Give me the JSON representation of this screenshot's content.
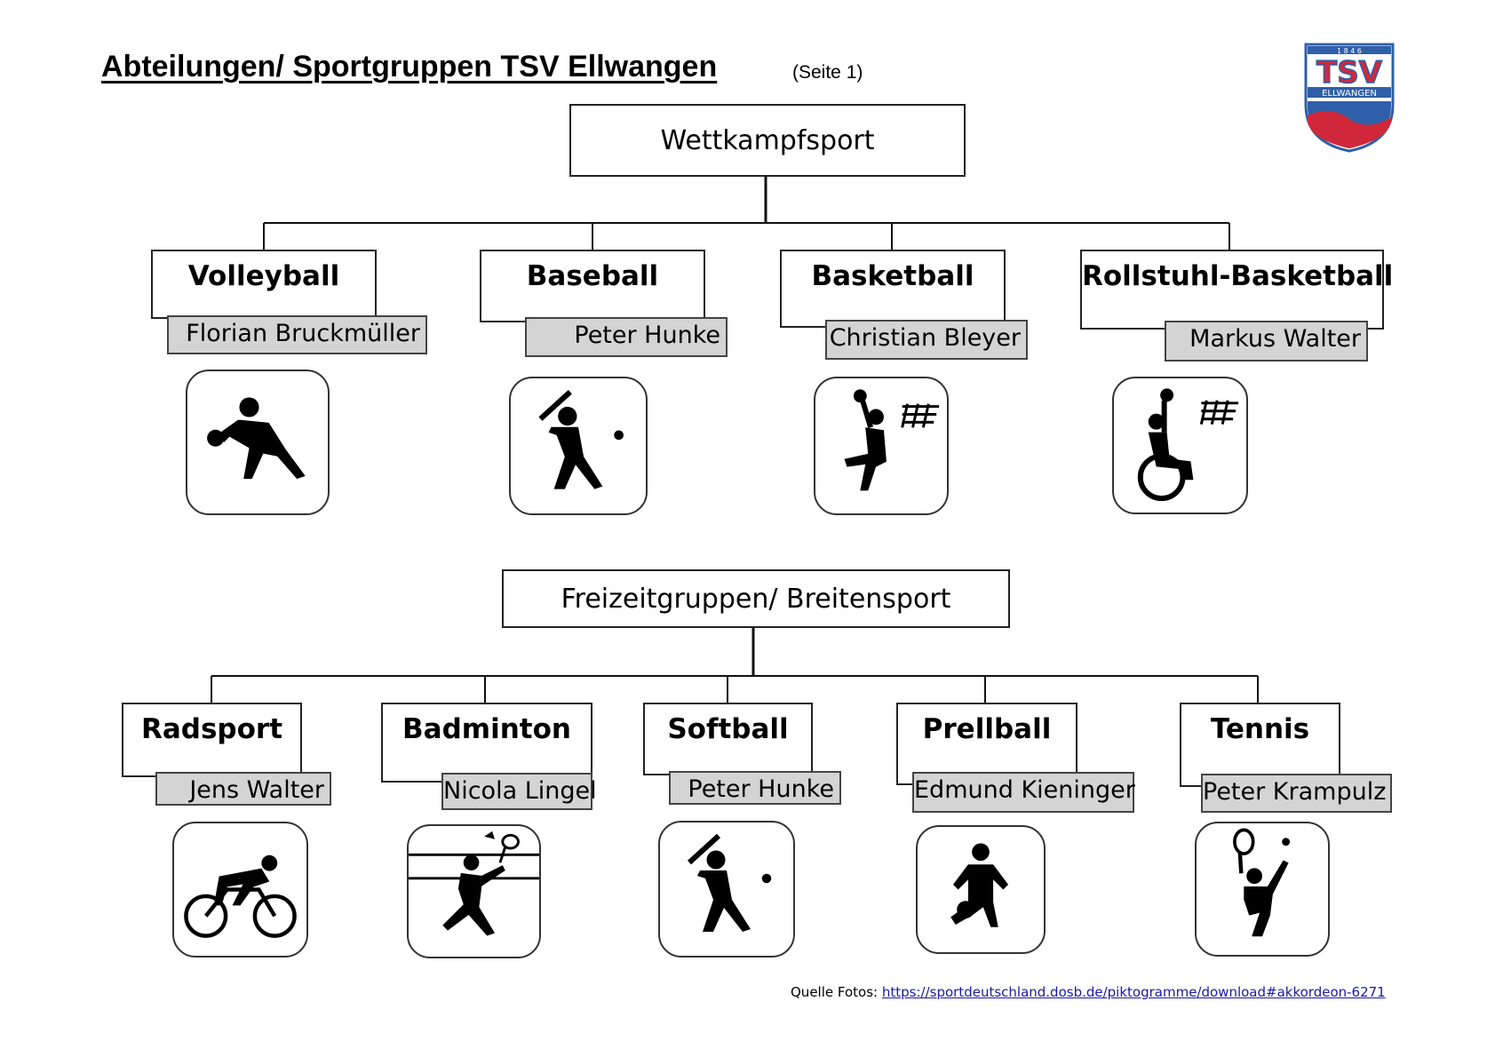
{
  "header": {
    "title": "Abteilungen/ Sportgruppen TSV Ellwangen",
    "page_label": "(Seite 1)"
  },
  "logo": {
    "year": "1 8 4 6",
    "club": "TSV",
    "city": "ELLWANGEN",
    "colors": {
      "blue": "#2f5fa8",
      "red": "#d0283a"
    }
  },
  "wettkampf": {
    "title": "Wettkampfsport",
    "groups": [
      {
        "sport": "Volleyball",
        "contact": "Florian Bruckmüller",
        "icon": "volleyball-icon"
      },
      {
        "sport": "Baseball",
        "contact": "Peter Hunke",
        "icon": "baseball-icon"
      },
      {
        "sport": "Basketball",
        "contact": "Christian Bleyer",
        "icon": "basketball-icon"
      },
      {
        "sport": "Rollstuhl-Basketball",
        "contact": "Markus Walter",
        "icon": "wheelchair-basketball-icon"
      }
    ]
  },
  "freizeit": {
    "title": "Freizeitgruppen/ Breitensport",
    "groups": [
      {
        "sport": "Radsport",
        "contact": "Jens Walter",
        "icon": "cycling-icon"
      },
      {
        "sport": "Badminton",
        "contact": "Nicola Lingel",
        "icon": "badminton-icon"
      },
      {
        "sport": "Softball",
        "contact": "Peter Hunke",
        "icon": "softball-icon"
      },
      {
        "sport": "Prellball",
        "contact": "Edmund Kieninger",
        "icon": "prellball-icon"
      },
      {
        "sport": "Tennis",
        "contact": "Peter Krampulz",
        "icon": "tennis-icon"
      }
    ]
  },
  "footer": {
    "source_label": "Quelle Fotos:",
    "source_url": "https://sportdeutschland.dosb.de/piktogramme/download#akkordeon-6271"
  }
}
